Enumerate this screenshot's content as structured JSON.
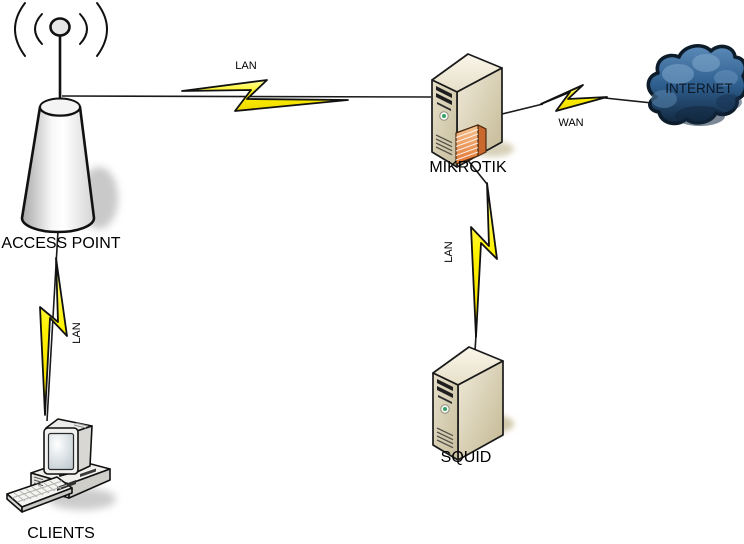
{
  "nodes": {
    "access_point": {
      "label": "ACCESS POINT",
      "icon": "wireless-access-point"
    },
    "clients": {
      "label": "CLIENTS",
      "icon": "desktop-computer"
    },
    "mikrotik": {
      "label": "MIKROTIK",
      "icon": "server-tower-with-firewall"
    },
    "squid": {
      "label": "SQUID",
      "icon": "server-tower"
    },
    "internet": {
      "label": "INTERNET",
      "icon": "cloud"
    }
  },
  "links": [
    {
      "from": "access_point",
      "to": "mikrotik",
      "label": "LAN",
      "style": "lightning-bolt"
    },
    {
      "from": "mikrotik",
      "to": "internet",
      "label": "WAN",
      "style": "lightning-bolt"
    },
    {
      "from": "mikrotik",
      "to": "squid",
      "label": "LAN",
      "style": "lightning-bolt"
    },
    {
      "from": "access_point",
      "to": "clients",
      "label": "LAN",
      "style": "lightning-bolt"
    }
  ],
  "colors": {
    "background": "#ffffff",
    "bolt_yellow": "#fff200",
    "bolt_outline": "#111111",
    "cloud_blue": "#2f5f8f",
    "cloud_outline": "#0d1c2b",
    "server_beige": "#ddd5bc",
    "firewall_orange": "#e8823f",
    "text": "#000000"
  }
}
